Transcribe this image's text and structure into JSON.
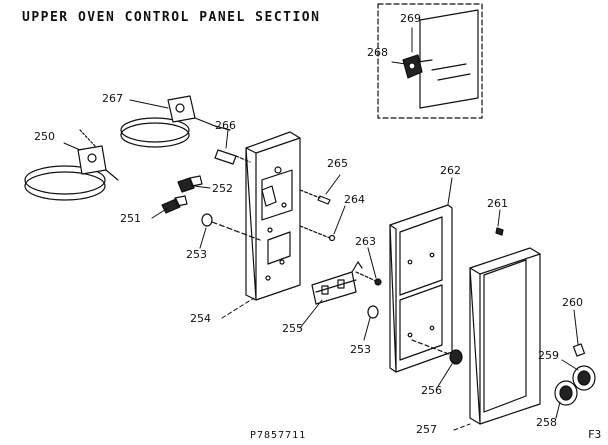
{
  "title": "UPPER OVEN CONTROL PANEL SECTION",
  "footer_code": "P7857711",
  "figure_ref": "F3",
  "parts": {
    "p250": "250",
    "p251": "251",
    "p252": "252",
    "p253a": "253",
    "p253b": "253",
    "p254": "254",
    "p255": "255",
    "p256": "256",
    "p257": "257",
    "p258": "258",
    "p259": "259",
    "p260": "260",
    "p261": "261",
    "p262": "262",
    "p263": "263",
    "p264": "264",
    "p265": "265",
    "p266": "266",
    "p267": "267",
    "p268": "268",
    "p269": "269"
  }
}
